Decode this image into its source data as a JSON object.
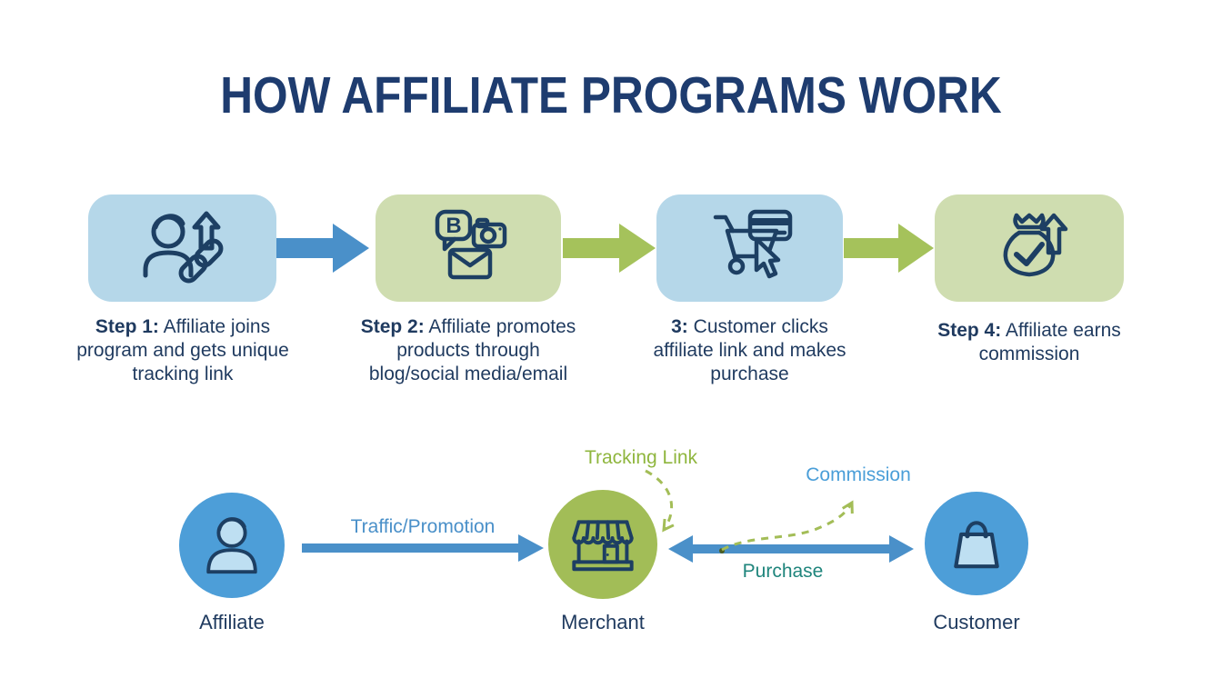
{
  "title": "HOW AFFILIATE PROGRAMS WORK",
  "colors": {
    "title-navy": "#1e3c6f",
    "text-navy": "#1f3a5f",
    "box-blue": "#b5d7e9",
    "box-green": "#cfddb0",
    "arrow-blue": "#4a90c9",
    "arrow-green": "#a5c25b",
    "circle-blue": "#4d9ed8",
    "circle-green": "#a2bd57",
    "icon-navy": "#1d3f63",
    "icon-fill-blue": "#bedff2",
    "olive": "#a3bd57",
    "tracking-green": "#8fb63e",
    "commission-blue": "#4a9ed8",
    "purchase-teal": "#1f857c"
  },
  "steps": [
    {
      "prefix": "Step 1:",
      "line1": "Affiliate joins",
      "line2": "program and gets unique",
      "line3": "tracking link",
      "icon": "person-link-icon",
      "box_color": "blue"
    },
    {
      "prefix": "Step 2:",
      "line1": "Affiliate promotes",
      "line2": "products through",
      "line3": "blog/social media/email",
      "icon": "blog-camera-email-icon",
      "box_color": "green"
    },
    {
      "prefix": "3:",
      "line1": "Customer clicks",
      "line2": "affiliate link and makes",
      "line3": "purchase",
      "icon": "cart-click-card-icon",
      "box_color": "blue"
    },
    {
      "prefix": "Step 4:",
      "line1": "Affiliate earns",
      "line2": "commission",
      "icon": "money-bag-arrow-icon",
      "box_color": "green"
    }
  ],
  "icon_glyphs": {
    "blog_letter": "B"
  },
  "flow": {
    "entities": [
      {
        "label": "Affiliate",
        "icon": "person-icon",
        "color": "blue"
      },
      {
        "label": "Merchant",
        "icon": "storefront-icon",
        "color": "green"
      },
      {
        "label": "Customer",
        "icon": "shopping-bag-icon",
        "color": "blue"
      }
    ],
    "labels": {
      "traffic": "Traffic/Promotion",
      "tracking": "Tracking Link",
      "commission": "Commission",
      "purchase": "Purchase"
    }
  }
}
